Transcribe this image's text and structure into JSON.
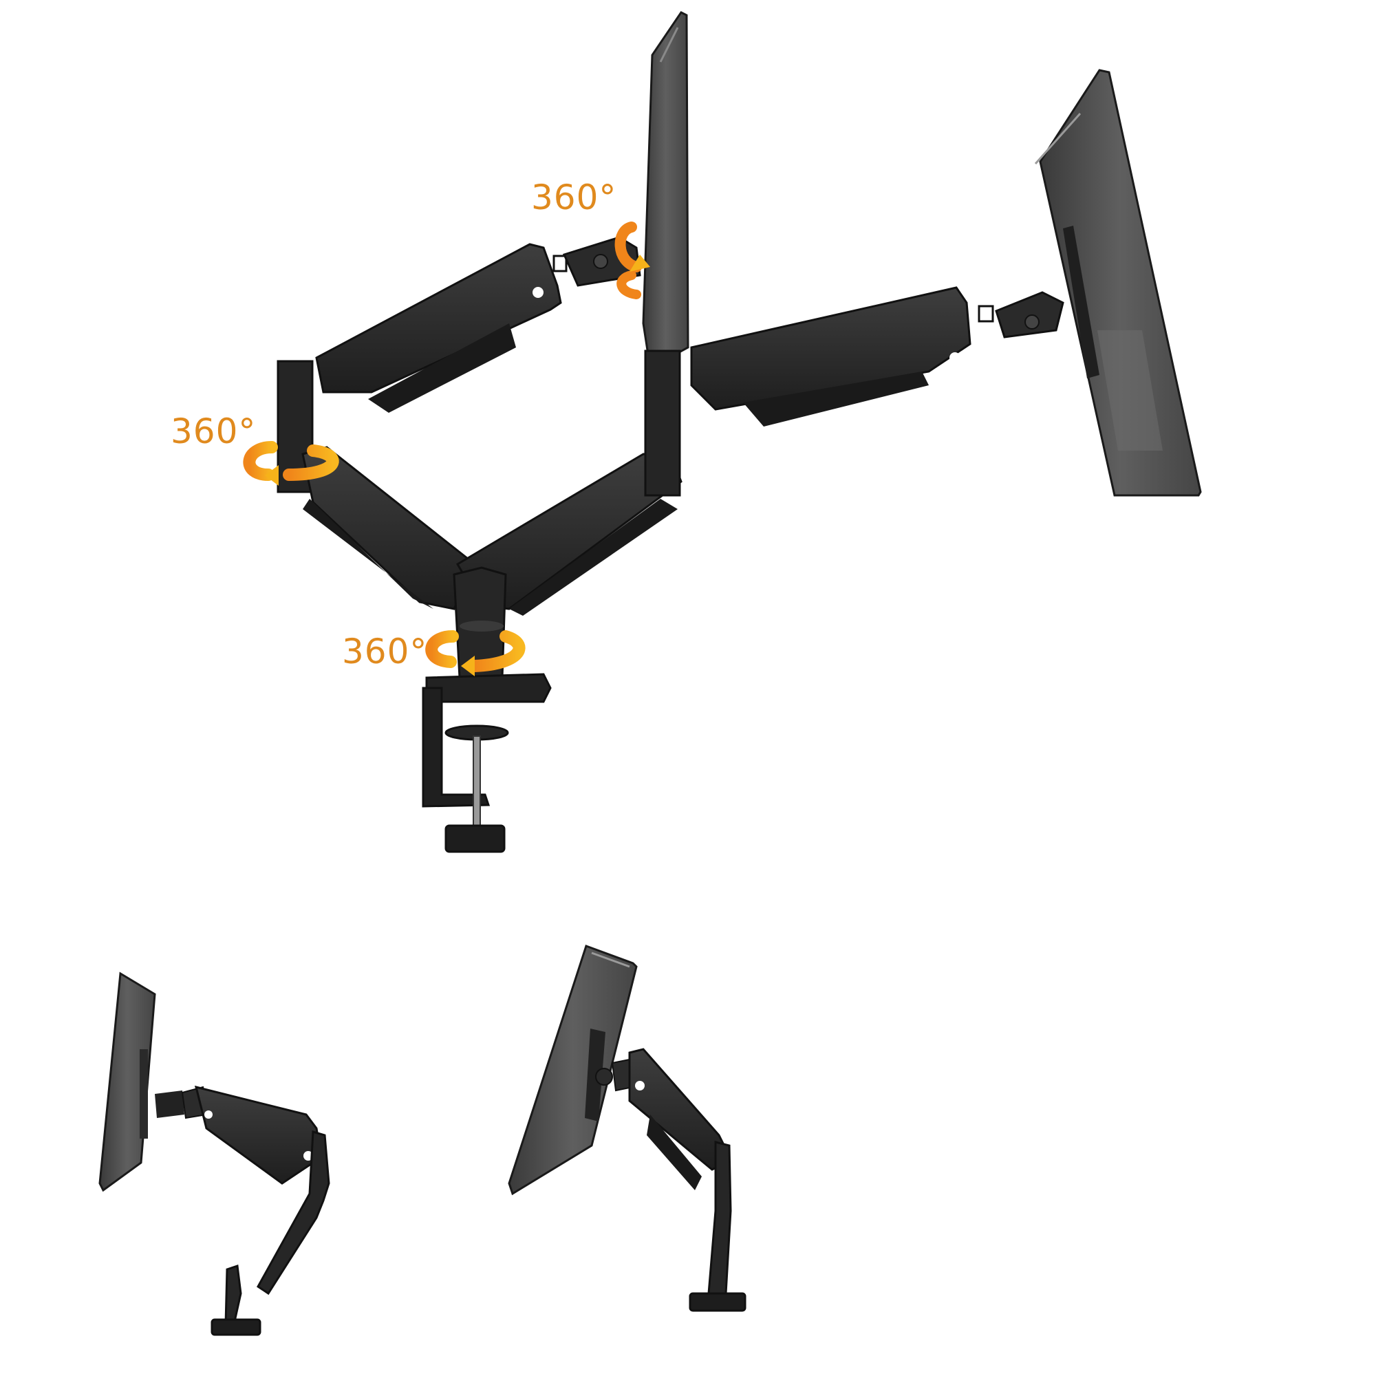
{
  "product": {
    "description": "Dual monitor gas-spring arm with C-clamp, shown with two rotated monitors plus two single-arm side views",
    "colors": {
      "background": "#ffffff",
      "arm": "#2a2a2a",
      "arm_highlight": "#4a4a4a",
      "monitor_back": "#5a5a5a",
      "accent_orange": "#e08a1e",
      "arrow_yellow": "#f6b21a"
    }
  },
  "annotations": [
    {
      "id": "vesa-rotation",
      "text": "360°",
      "icon": "rotation-arrow-icon"
    },
    {
      "id": "elbow-rotation",
      "text": "360°",
      "icon": "rotation-arrow-icon"
    },
    {
      "id": "base-rotation",
      "text": "360°",
      "icon": "rotation-arrow-icon"
    }
  ],
  "views": [
    {
      "id": "main-dual-arm",
      "monitors": 2
    },
    {
      "id": "side-view-extended",
      "monitors": 1
    },
    {
      "id": "side-view-raised",
      "monitors": 1
    }
  ]
}
